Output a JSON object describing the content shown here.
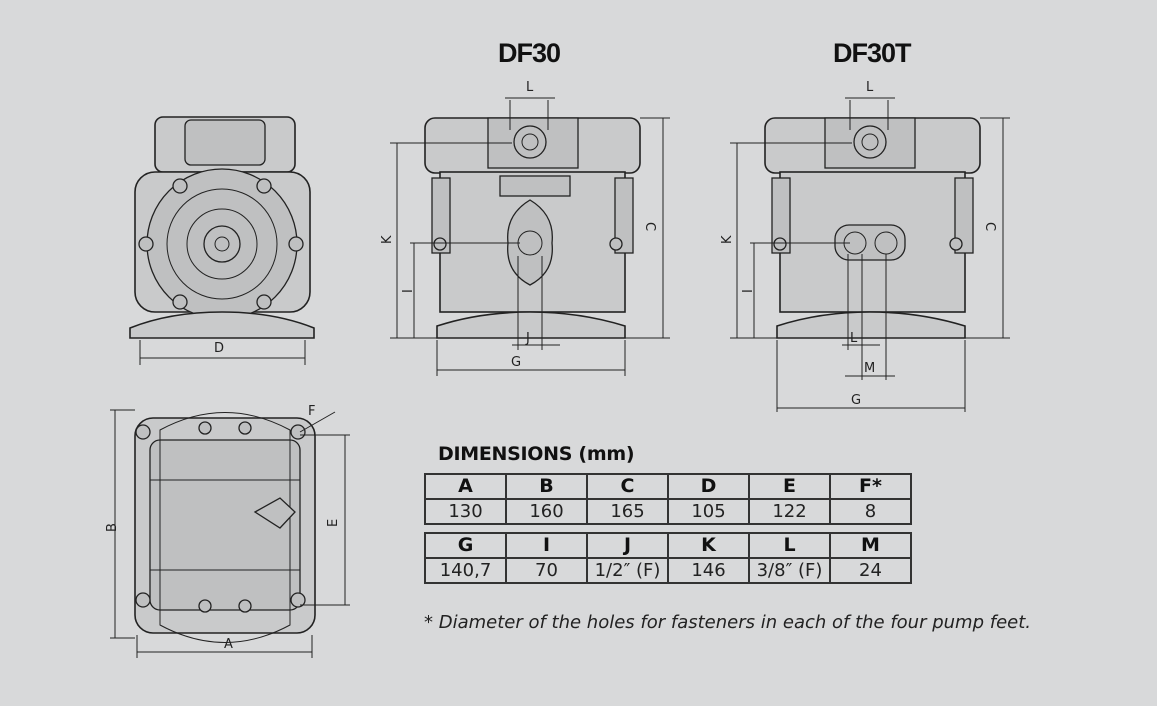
{
  "titles": {
    "df30": "DF30",
    "df30t": "DF30T"
  },
  "labels": {
    "side_D": "D",
    "top_F": "F",
    "top_B": "B",
    "top_E": "E",
    "top_A": "A",
    "df30_L": "L",
    "df30_K": "K",
    "df30_C": "C",
    "df30_I": "I",
    "df30_J": "J",
    "df30_G": "G",
    "df30t_L": "L",
    "df30t_K": "K",
    "df30t_C": "C",
    "df30t_I": "I",
    "df30t_L2": "L",
    "df30t_M": "M",
    "df30t_G": "G"
  },
  "dimensions": {
    "title": "DIMENSIONS (mm)",
    "table1": {
      "headers": [
        "A",
        "B",
        "C",
        "D",
        "E",
        "F*"
      ],
      "values": [
        "130",
        "160",
        "165",
        "105",
        "122",
        "8"
      ]
    },
    "table2": {
      "headers": [
        "G",
        "I",
        "J",
        "K",
        "L",
        "M"
      ],
      "values": [
        "140,7",
        "70",
        "1/2″ (F)",
        "146",
        "3/8″ (F)",
        "24"
      ]
    }
  },
  "footnote": "* Diameter of the holes for fasteners in each of the four pump feet."
}
